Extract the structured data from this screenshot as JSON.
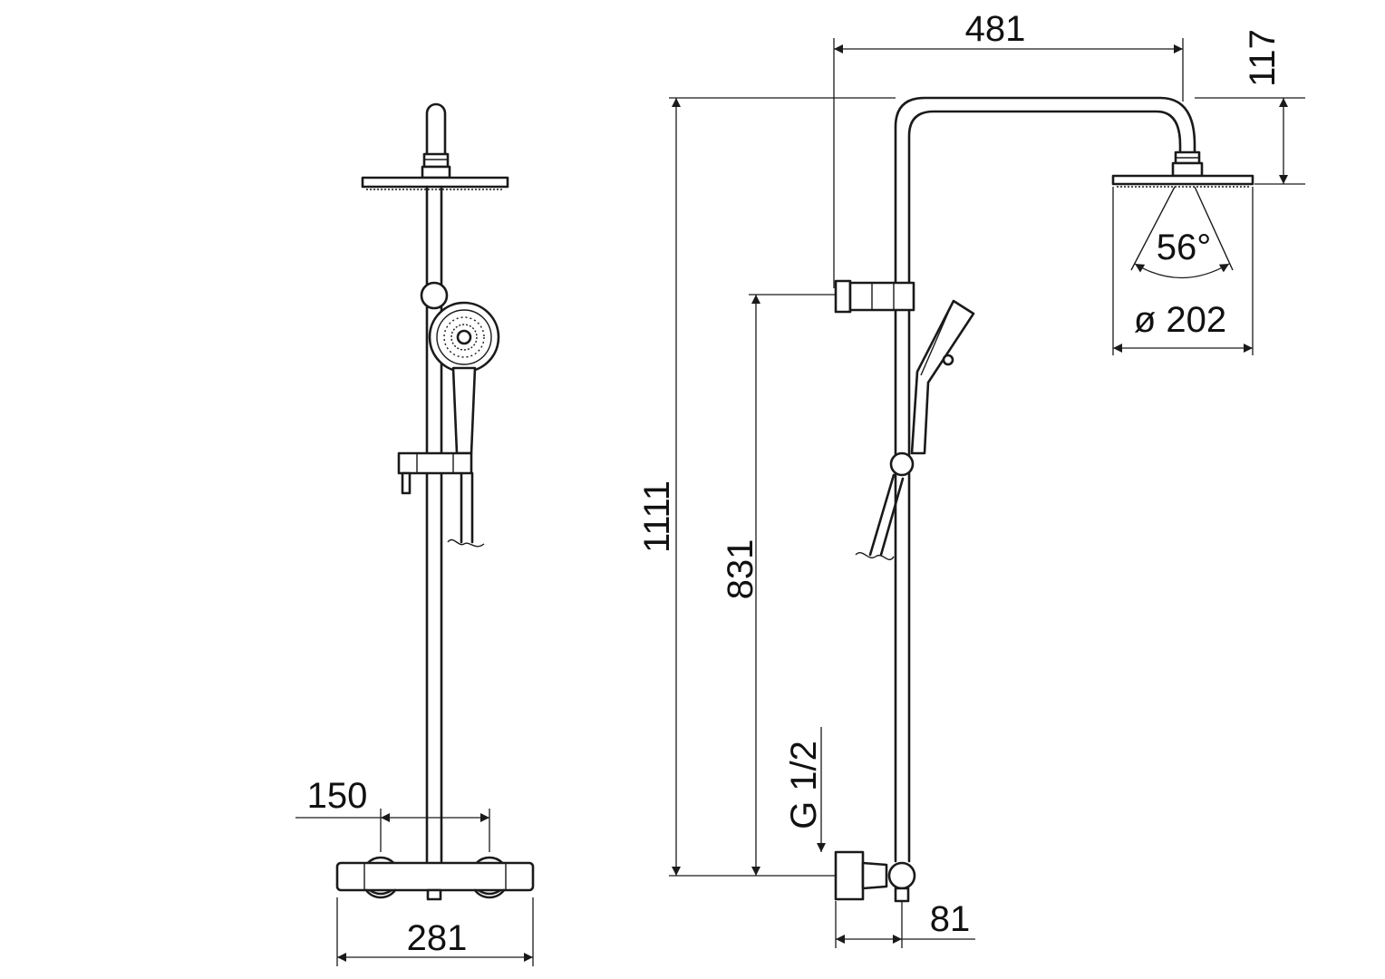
{
  "dimensions": {
    "width_bar": "481",
    "height_head": "117",
    "spray_angle": "56°",
    "head_diameter": "ø 202",
    "total_height": "1111",
    "holder_height": "831",
    "connection_thread": "G 1/2",
    "wall_offset": "81",
    "inlet_spacing": "150",
    "mixer_width": "281"
  }
}
